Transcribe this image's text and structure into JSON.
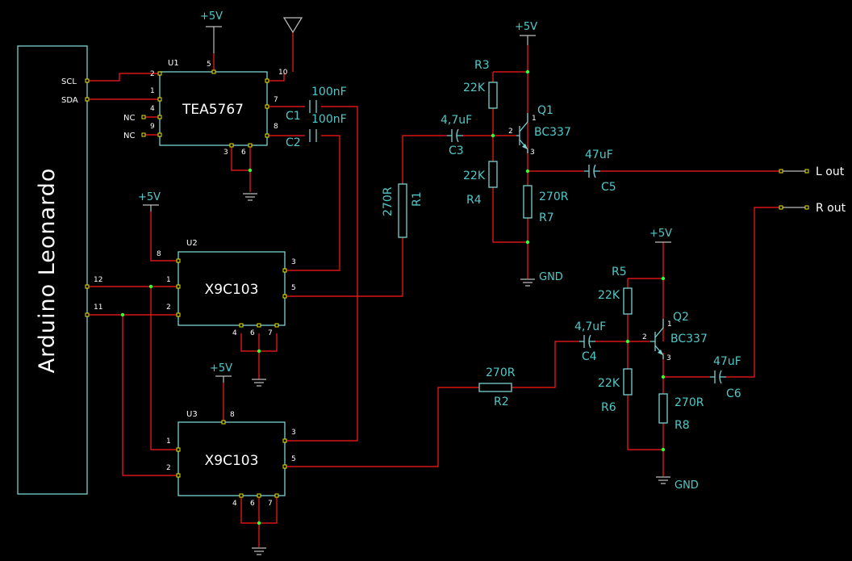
{
  "board": {
    "name": "Arduino Leonardo",
    "pins": {
      "scl": "SCL",
      "sda": "SDA",
      "p12": "12",
      "p11": "11"
    }
  },
  "u1": {
    "ref": "U1",
    "value": "TEA5767",
    "nc": "NC",
    "pins": {
      "p1": "1",
      "p2": "2",
      "p3": "3",
      "p4": "4",
      "p5": "5",
      "p6": "6",
      "p7": "7",
      "p8": "8",
      "p9": "9",
      "p10": "10"
    }
  },
  "u2": {
    "ref": "U2",
    "value": "X9C103",
    "pins": {
      "p1": "1",
      "p2": "2",
      "p3": "3",
      "p4": "4",
      "p5": "5",
      "p6": "6",
      "p7": "7",
      "p8": "8"
    }
  },
  "u3": {
    "ref": "U3",
    "value": "X9C103",
    "pins": {
      "p1": "1",
      "p2": "2",
      "p3": "3",
      "p4": "4",
      "p5": "5",
      "p6": "6",
      "p7": "7",
      "p8": "8"
    }
  },
  "power": {
    "vcc": "+5V",
    "gnd": "GND"
  },
  "capacitors": {
    "c1": {
      "ref": "C1",
      "value": "100nF"
    },
    "c2": {
      "ref": "C2",
      "value": "100nF"
    },
    "c3": {
      "ref": "C3",
      "value": "4,7uF"
    },
    "c4": {
      "ref": "C4",
      "value": "4,7uF"
    },
    "c5": {
      "ref": "C5",
      "value": "47uF"
    },
    "c6": {
      "ref": "C6",
      "value": "47uF"
    }
  },
  "resistors": {
    "r1": {
      "ref": "R1",
      "value": "270R"
    },
    "r2": {
      "ref": "R2",
      "value": "270R"
    },
    "r3": {
      "ref": "R3",
      "value": "22K"
    },
    "r4": {
      "ref": "R4",
      "value": "22K"
    },
    "r5": {
      "ref": "R5",
      "value": "22K"
    },
    "r6": {
      "ref": "R6",
      "value": "22K"
    },
    "r7": {
      "ref": "R7",
      "value": "270R"
    },
    "r8": {
      "ref": "R8",
      "value": "270R"
    }
  },
  "transistors": {
    "q1": {
      "ref": "Q1",
      "value": "BC337",
      "pins": {
        "b": "2",
        "c": "1",
        "e": "3"
      }
    },
    "q2": {
      "ref": "Q2",
      "value": "BC337",
      "pins": {
        "b": "2",
        "c": "1",
        "e": "3"
      }
    }
  },
  "outputs": {
    "left": "L out",
    "right": "R out"
  },
  "colors": {
    "background": "#000000",
    "wire": "#ff1a1a",
    "component": "#79d2d2",
    "label": "#4fc9c9",
    "pin": "#e6e600",
    "junction": "#33ff33"
  }
}
